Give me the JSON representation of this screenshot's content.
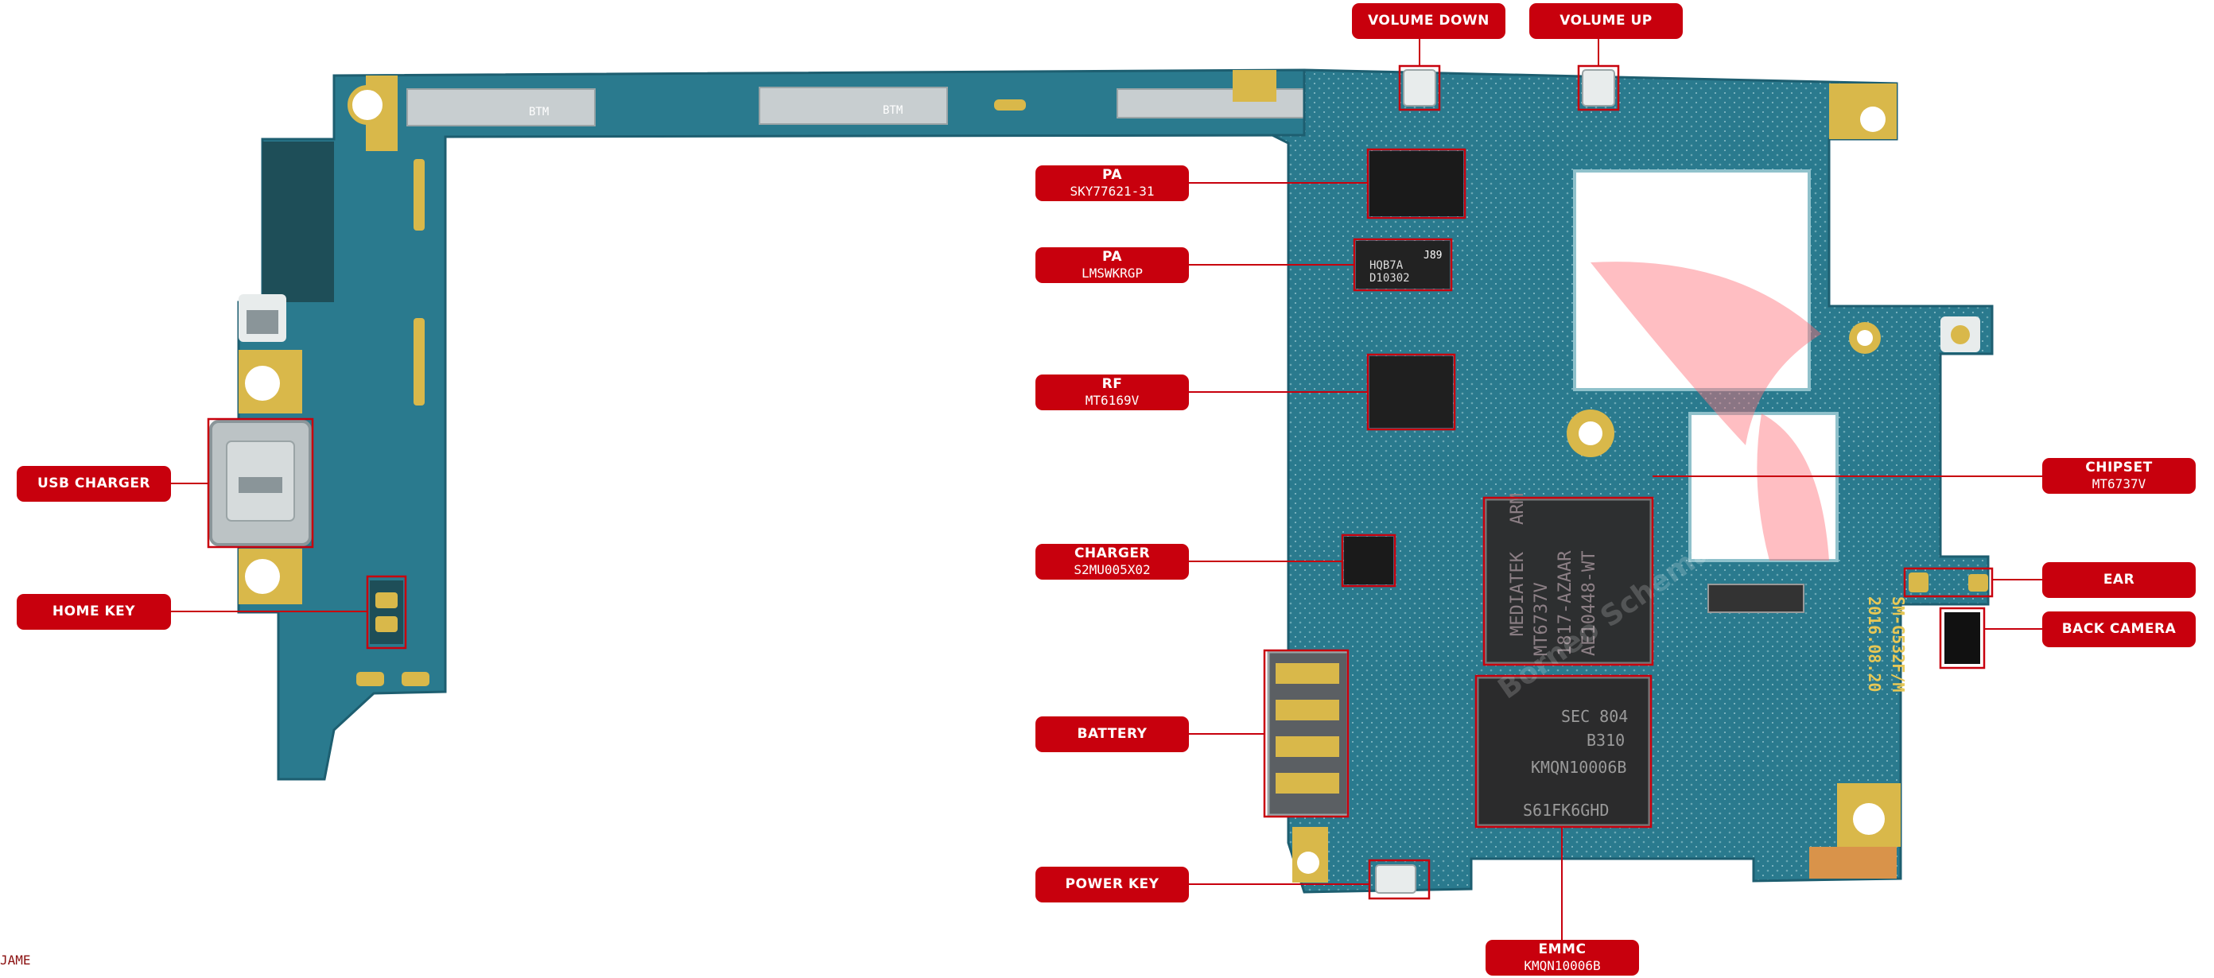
{
  "board": {
    "silkscreen_date": "2016.08.20",
    "silkscreen_model": "SM-G532F/M",
    "silkscreen_codes": [
      "BTM",
      "BTM",
      "J89"
    ],
    "chips": {
      "pa2": [
        "HQB7A",
        "D10302"
      ],
      "chipset": [
        "MEDIATEK",
        "ARM",
        "MT6737V",
        "1817-AZAAR",
        "AE10448-WT"
      ],
      "emmc": [
        "SEC 804",
        "B310",
        "KMQN10006B",
        "S61FK6GHD"
      ]
    },
    "watermark": "Borneo Schematics",
    "colors": {
      "pcb": "#2a7a8e",
      "pcb_dark": "#1d5e70",
      "gold": "#d9b84a",
      "accent": "#c8000d"
    }
  },
  "labels": {
    "volume_down": {
      "title": "VOLUME DOWN",
      "sub": ""
    },
    "volume_up": {
      "title": "VOLUME UP",
      "sub": ""
    },
    "pa1": {
      "title": "PA",
      "sub": "SKY77621-31"
    },
    "pa2": {
      "title": "PA",
      "sub": "LMSWKRGP"
    },
    "rf": {
      "title": "RF",
      "sub": "MT6169V"
    },
    "charger": {
      "title": "CHARGER",
      "sub": "S2MU005X02"
    },
    "battery": {
      "title": "BATTERY",
      "sub": ""
    },
    "power_key": {
      "title": "POWER KEY",
      "sub": ""
    },
    "emmc": {
      "title": "EMMC",
      "sub": "KMQN10006B"
    },
    "chipset": {
      "title": "CHIPSET",
      "sub": "MT6737V"
    },
    "ear": {
      "title": "EAR",
      "sub": ""
    },
    "back_camera": {
      "title": "BACK CAMERA",
      "sub": ""
    },
    "usb_charger": {
      "title": "USB CHARGER",
      "sub": ""
    },
    "home_key": {
      "title": "HOME KEY",
      "sub": ""
    }
  },
  "footer": {
    "name": "JAME"
  }
}
